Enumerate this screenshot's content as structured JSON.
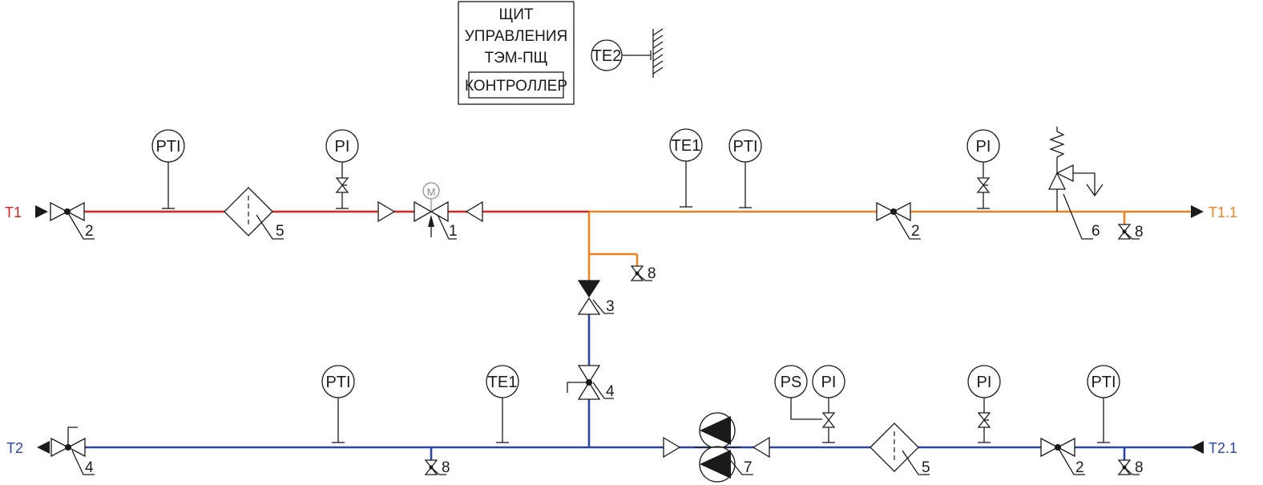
{
  "panel": {
    "title_lines": [
      "ЩИТ",
      "УПРАВЛЕНИЯ",
      "ТЭМ-ПЩ"
    ],
    "controller": "КОНТРОЛЛЕР",
    "sensor": "TE2"
  },
  "lines": {
    "t1": {
      "label": "T1",
      "color": "#e0201c"
    },
    "t11": {
      "label": "T1.1",
      "color": "#f28020"
    },
    "t2": {
      "label": "T2",
      "color": "#2b44a8"
    },
    "t21": {
      "label": "T2.1",
      "color": "#2b44a8"
    }
  },
  "instruments": {
    "top_pti1": "PTI",
    "top_pi1": "PI",
    "top_te1": "TE1",
    "top_pti2": "PTI",
    "top_pi2": "PI",
    "bot_pti1": "PTI",
    "bot_te1": "TE1",
    "bot_ps": "PS",
    "bot_pi1": "PI",
    "bot_pi2": "PI",
    "bot_pti2": "PTI"
  },
  "item_numbers": {
    "top_ball_valve_left": "2",
    "top_filter": "5",
    "motorized_valve": "1",
    "top_ball_valve_right": "2",
    "safety_valve": "6",
    "drain_t11": "8",
    "branch_drain": "8",
    "check_valve": "3",
    "balancing_valve": "4",
    "bot_balancing_left": "4",
    "bot_drain_left": "8",
    "pump": "7",
    "bot_filter": "5",
    "bot_ball_valve": "2",
    "bot_drain_right": "8"
  }
}
